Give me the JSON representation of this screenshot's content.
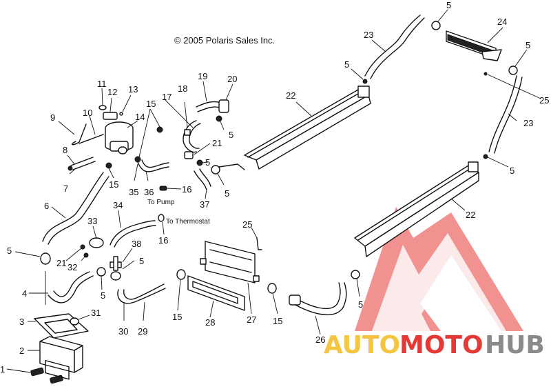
{
  "copyright": "© 2005 Polaris Sales Inc.",
  "notes": {
    "to_pump": "To Pump",
    "to_thermostat": "To Thermostat"
  },
  "callouts": {
    "c1": "1",
    "c2": "2",
    "c3": "3",
    "c4": "4",
    "c5a": "5",
    "c5b": "5",
    "c5c": "5",
    "c5d": "5",
    "c5e": "5",
    "c5f": "5",
    "c5g": "5",
    "c5h": "5",
    "c5i": "5",
    "c6": "6",
    "c7": "7",
    "c8": "8",
    "c9": "9",
    "c10": "10",
    "c11": "11",
    "c12": "12",
    "c13": "13",
    "c14": "14",
    "c15a": "15",
    "c15b": "15",
    "c15c": "15",
    "c15d": "15",
    "c16a": "16",
    "c16b": "16",
    "c17": "17",
    "c18": "18",
    "c19": "19",
    "c20": "20",
    "c21a": "21",
    "c21b": "21",
    "c22a": "22",
    "c22b": "22",
    "c23a": "23",
    "c23b": "23",
    "c24": "24",
    "c25a": "25",
    "c25b": "25",
    "c26": "26",
    "c27": "27",
    "c28": "28",
    "c29": "29",
    "c30": "30",
    "c31": "31",
    "c32": "32",
    "c33": "33",
    "c34": "34",
    "c35": "35",
    "c36": "36",
    "c37": "37",
    "c38": "38"
  },
  "watermark": {
    "part1": "AUTO",
    "part2": "MOTO",
    "part3": "HUB",
    "color_yellow": "#f5c542",
    "color_red": "#e53935",
    "color_gray": "#8a8a8a"
  }
}
